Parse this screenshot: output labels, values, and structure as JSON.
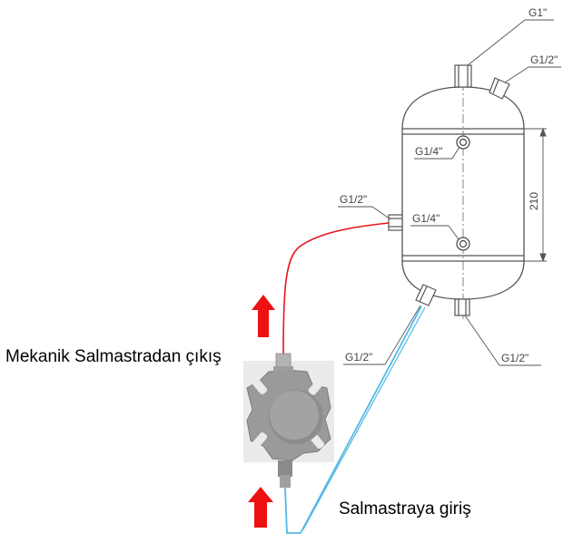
{
  "labels": {
    "top_port": "G1\"",
    "top_right_port": "G1/2\"",
    "upper_gauge_port": "G1/4\"",
    "left_side_port": "G1/2\"",
    "lower_gauge_port": "G1/4\"",
    "bottom_left_port": "G1/2\"",
    "bottom_right_port": "G1/2\"",
    "height_dimension": "210",
    "outlet_caption": "Mekanik Salmastradan çıkış",
    "inlet_caption": "Salmastraya giriş"
  },
  "colors": {
    "outlet_line": "#e8151b",
    "inlet_line": "#55b8e6",
    "arrow": "#ee1111",
    "drawing_line": "#555555"
  }
}
